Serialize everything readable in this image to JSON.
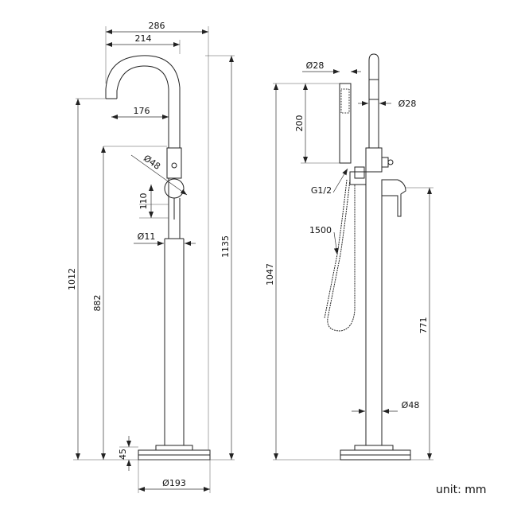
{
  "dimensions_front": {
    "overall_width": "286",
    "spout_reach": "214",
    "spout_projection": "176",
    "body_diameter": "Ø48",
    "handle_height": "110",
    "pipe_diameter": "Ø11",
    "outlet_height": "1012",
    "handle_position": "882",
    "overall_height": "1135",
    "base_thickness": "45",
    "base_diameter": "Ø193"
  },
  "dimensions_side": {
    "handshower_diameter": "Ø28",
    "spout_top_diameter": "Ø28",
    "handshower_length": "200",
    "hose_connection": "G1/2",
    "hose_length": "1500",
    "handshower_holder_height": "1047",
    "lever_height": "771",
    "column_diameter": "Ø48"
  },
  "unit_label": "unit: mm"
}
